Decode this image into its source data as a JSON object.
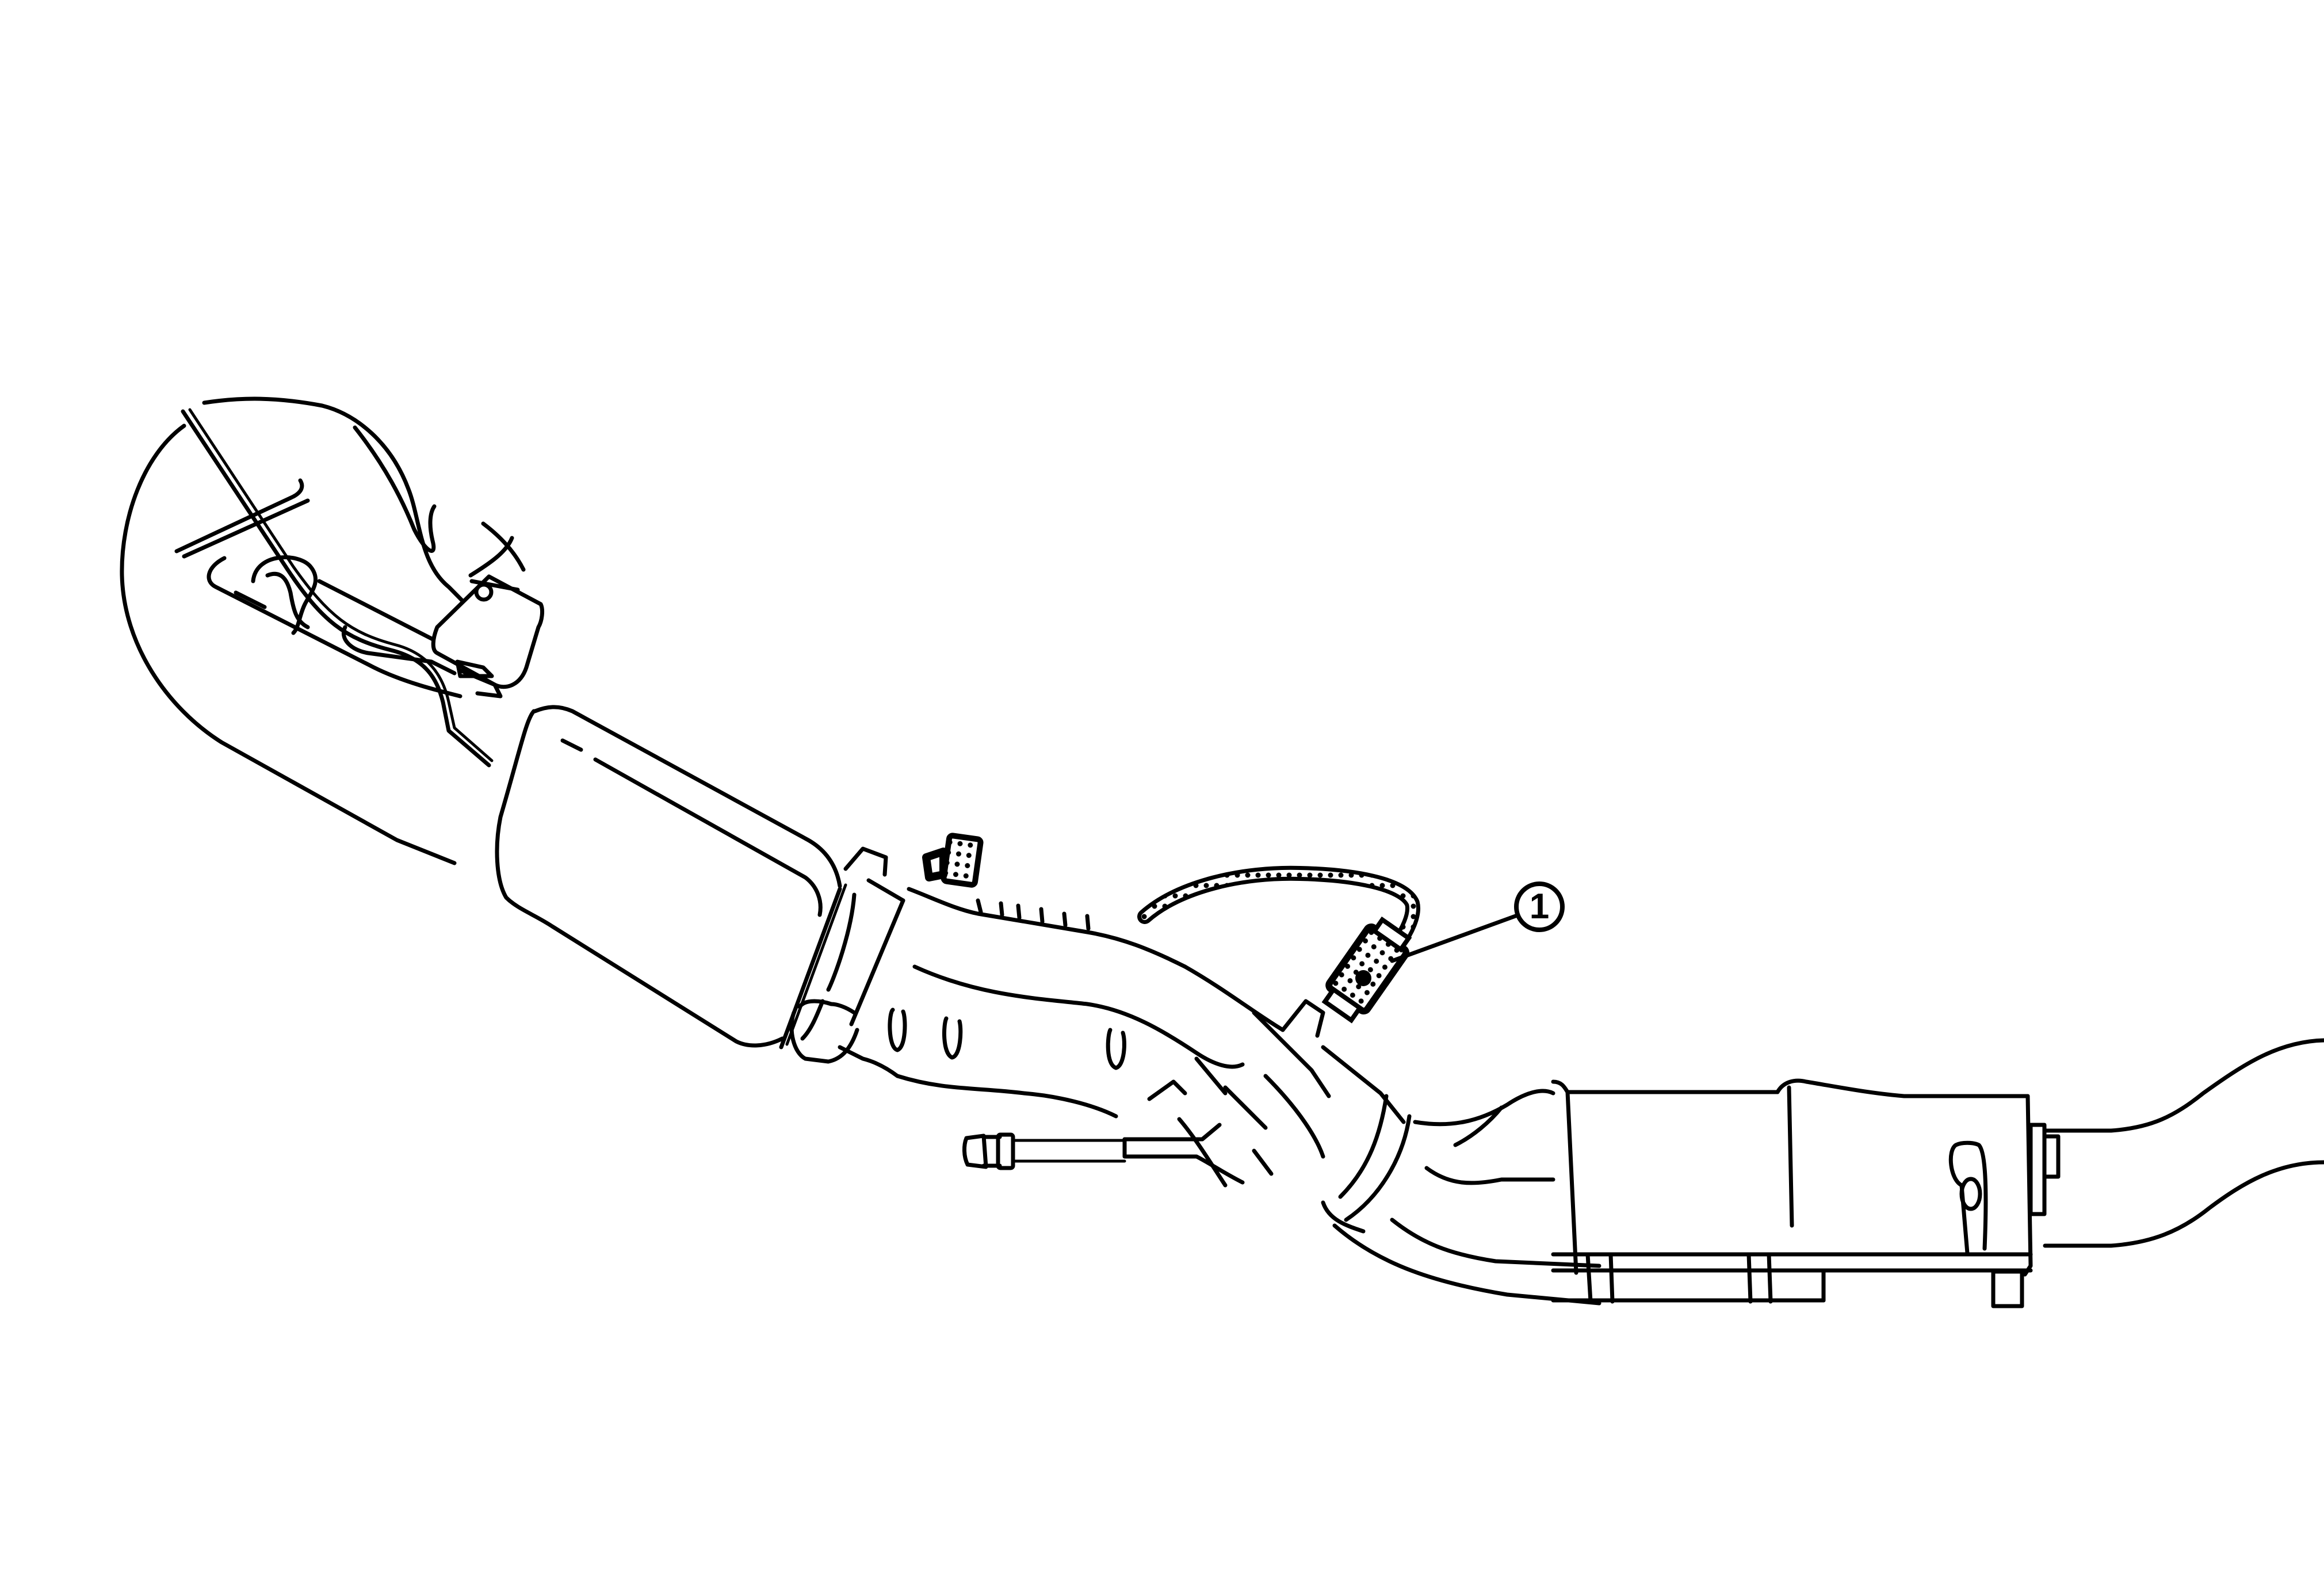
{
  "diagram": {
    "type": "exhaust-system-line-drawing",
    "background_color": "#ffffff",
    "line_color": "#000000",
    "components": [
      {
        "id": "exhaust-manifold-catalyst-bulb",
        "label": ""
      },
      {
        "id": "front-catalytic-converter",
        "label": ""
      },
      {
        "id": "front-tube-flex",
        "label": ""
      },
      {
        "id": "harness-connector",
        "label": ""
      },
      {
        "id": "oxygen-sensor",
        "label": ""
      },
      {
        "id": "center-catalyst",
        "label": ""
      },
      {
        "id": "tail-pipe",
        "label": ""
      }
    ],
    "callouts": [
      {
        "number": "1",
        "target": "oxygen-sensor"
      }
    ]
  }
}
